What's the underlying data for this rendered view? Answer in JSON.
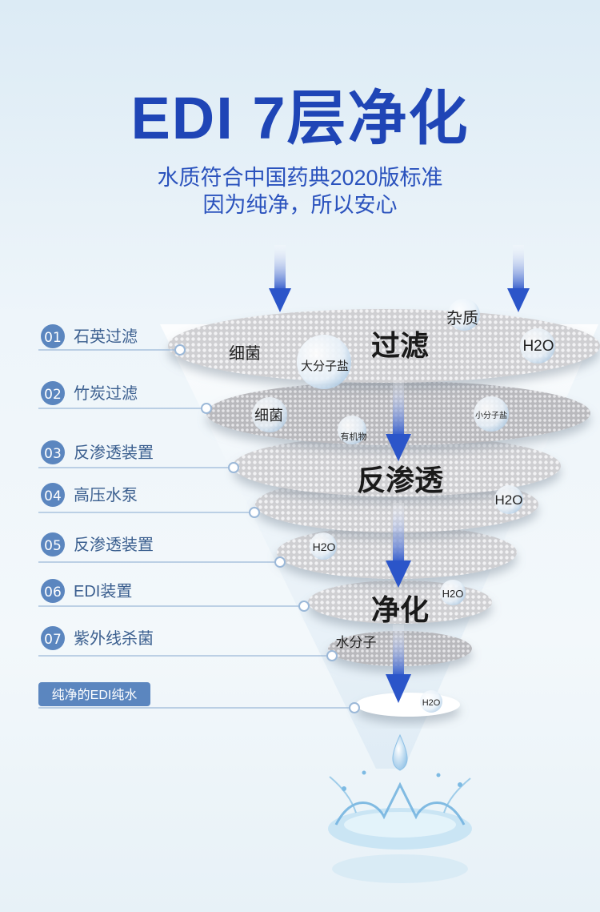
{
  "title": "EDI 7层净化",
  "subtitle_line1": "水质符合中国药典2020版标准",
  "subtitle_line2": "因为纯净，所以安心",
  "steps": [
    {
      "num": "01",
      "label": "石英过滤"
    },
    {
      "num": "02",
      "label": "竹炭过滤"
    },
    {
      "num": "03",
      "label": "反渗透装置"
    },
    {
      "num": "04",
      "label": "高压水泵"
    },
    {
      "num": "05",
      "label": "反渗透装置"
    },
    {
      "num": "06",
      "label": "EDI装置"
    },
    {
      "num": "07",
      "label": "紫外线杀菌"
    }
  ],
  "final_label": "纯净的EDI纯水",
  "layer_titles": {
    "filter": "过滤",
    "ro": "反渗透",
    "purify": "净化"
  },
  "particles": {
    "impurity": "杂质",
    "h2o": "H2O",
    "bacteria": "细菌",
    "large_salt": "大分子盐",
    "small_salt": "小分子盐",
    "organic": "有机物",
    "water_molecule": "水分子"
  },
  "colors": {
    "accent": "#1f45b6",
    "badge": "#5b86bf",
    "arrow": "#2b55c9"
  }
}
